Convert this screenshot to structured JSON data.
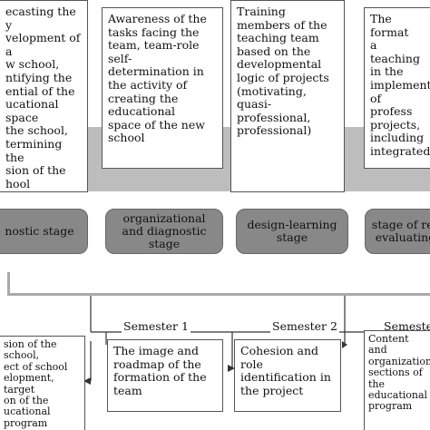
{
  "colors": {
    "band": "#bdbdbd",
    "stage_fill": "#888888",
    "bracket": "#aaaaaa",
    "line": "#333333"
  },
  "top_boxes": [
    "ecasting the\ny\nvelopment of a\nw school,\nntifying the\nential of the\nucational space\nthe school,\ntermining the\nsion of the\nhool",
    "Awareness of the\ntasks facing the\nteam, team-role\nself-\ndetermination in\nthe activity of\ncreating the\neducational\nspace of the new\nschool",
    "Training\nmembers of the\nteaching team\nbased on the\ndevelopmental\nlogic of projects\n(motivating,\nquasi-\nprofessional,\nprofessional)",
    "The format\na teaching\nin the\nimplement\nof profess\nprojects,\nincluding\nintegrated"
  ],
  "stages": [
    "nostic stage",
    "organizational\nand diagnostic stage",
    "design-learning stage",
    "stage of res\nevaluating"
  ],
  "semesters": [
    "Semester 1",
    "Semester 2",
    "Semester"
  ],
  "bottom_boxes": [
    "sion of the school,\nect of school\nelopment, target\non of the\nucational program",
    "The image and\nroadmap of the\nformation of the\nteam",
    "Cohesion and\nrole\nidentification in\nthe project",
    "Content and\norganizational\nsections of the\neducational\nprogram"
  ]
}
